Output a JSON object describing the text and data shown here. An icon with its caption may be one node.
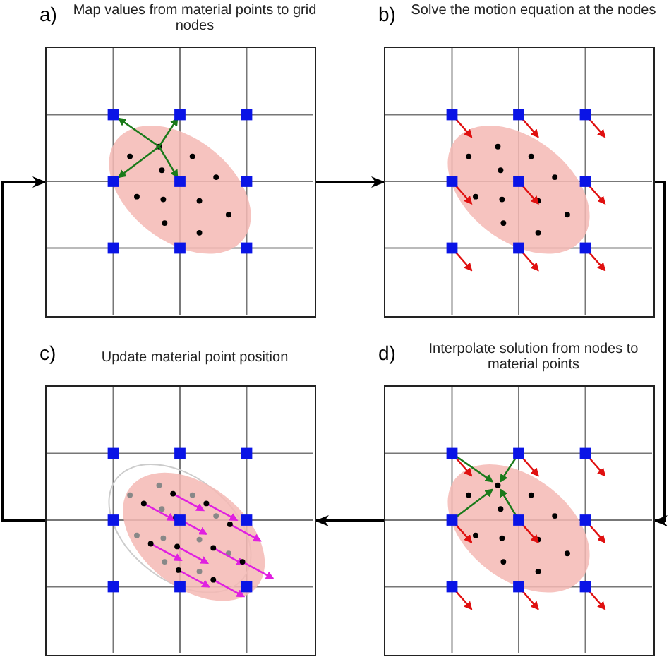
{
  "diagram": {
    "nodes": [
      {
        "text": [
          "a)",
          "Map values from material points to grid nodes"
        ]
      },
      {
        "text": [
          "b)",
          "Solve the motion equation at the nodes"
        ]
      },
      {
        "text": [
          "c)",
          "Update material point position"
        ]
      },
      {
        "text": [
          "d)",
          "Interpolate solution from nodes to material points"
        ]
      }
    ],
    "edges": [
      {
        "from": 0,
        "to": 1,
        "arrow": "to"
      },
      {
        "from": 1,
        "to": 3,
        "arrow": "to"
      },
      {
        "from": 3,
        "to": 2,
        "arrow": "to"
      },
      {
        "from": 2,
        "to": 0,
        "arrow": "to"
      }
    ]
  }
}
